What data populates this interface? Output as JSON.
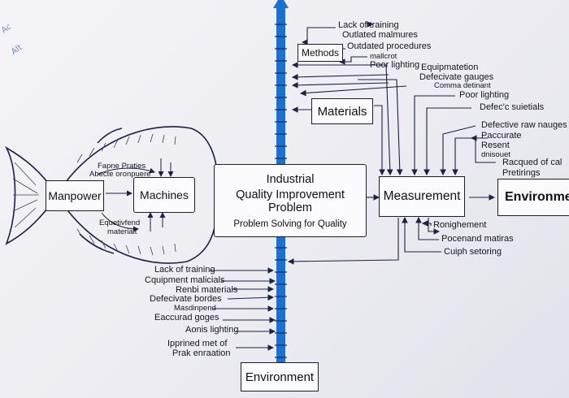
{
  "categories": {
    "methods": "Methods",
    "materials": "Materials",
    "manpower": "Manpower",
    "machines": "Machines",
    "measurement": "Measurement",
    "environment_right": "Environme",
    "environment_bottom": "Environment"
  },
  "central": {
    "line1": "Industrial",
    "line2": "Quality Improvement Problem",
    "line3": "Problem Solving for Quality"
  },
  "top_causes": [
    "Lack of training",
    "Outlated malmures",
    "Outdated procedures",
    "mallcrot",
    "Poor lighting",
    "Equipmatetion",
    "Defecivate gauges",
    "Comma detinant",
    "Poor lighting",
    "Defec'c suietials",
    "Defective raw nauges",
    "Paccurate",
    "Resent",
    "dnisouet",
    "Racqued of cal",
    "Pretirings"
  ],
  "fish_causes": {
    "top_line1": "Fapne Praties",
    "top_line2": "Abecte oronpuere",
    "bottom_line1": "Equetivfend",
    "bottom_line2": "materialt"
  },
  "measurement_causes": [
    "Ronighement",
    "Pocenand matiras",
    "Cuiph setoring"
  ],
  "bottom_causes": [
    "Lack of training",
    "Cquipment malicials",
    "Renbi materials",
    "Defecivate bordes",
    "Masdinpend",
    "Eaccurad goges",
    "Aonis lighting",
    "Ipprined met of",
    "Prak enraation"
  ],
  "corner_notes": [
    "Ac",
    "Alt"
  ],
  "colors": {
    "spine": "#1f6fd1",
    "ink": "#1d2240",
    "board": "#f1f1f6"
  }
}
